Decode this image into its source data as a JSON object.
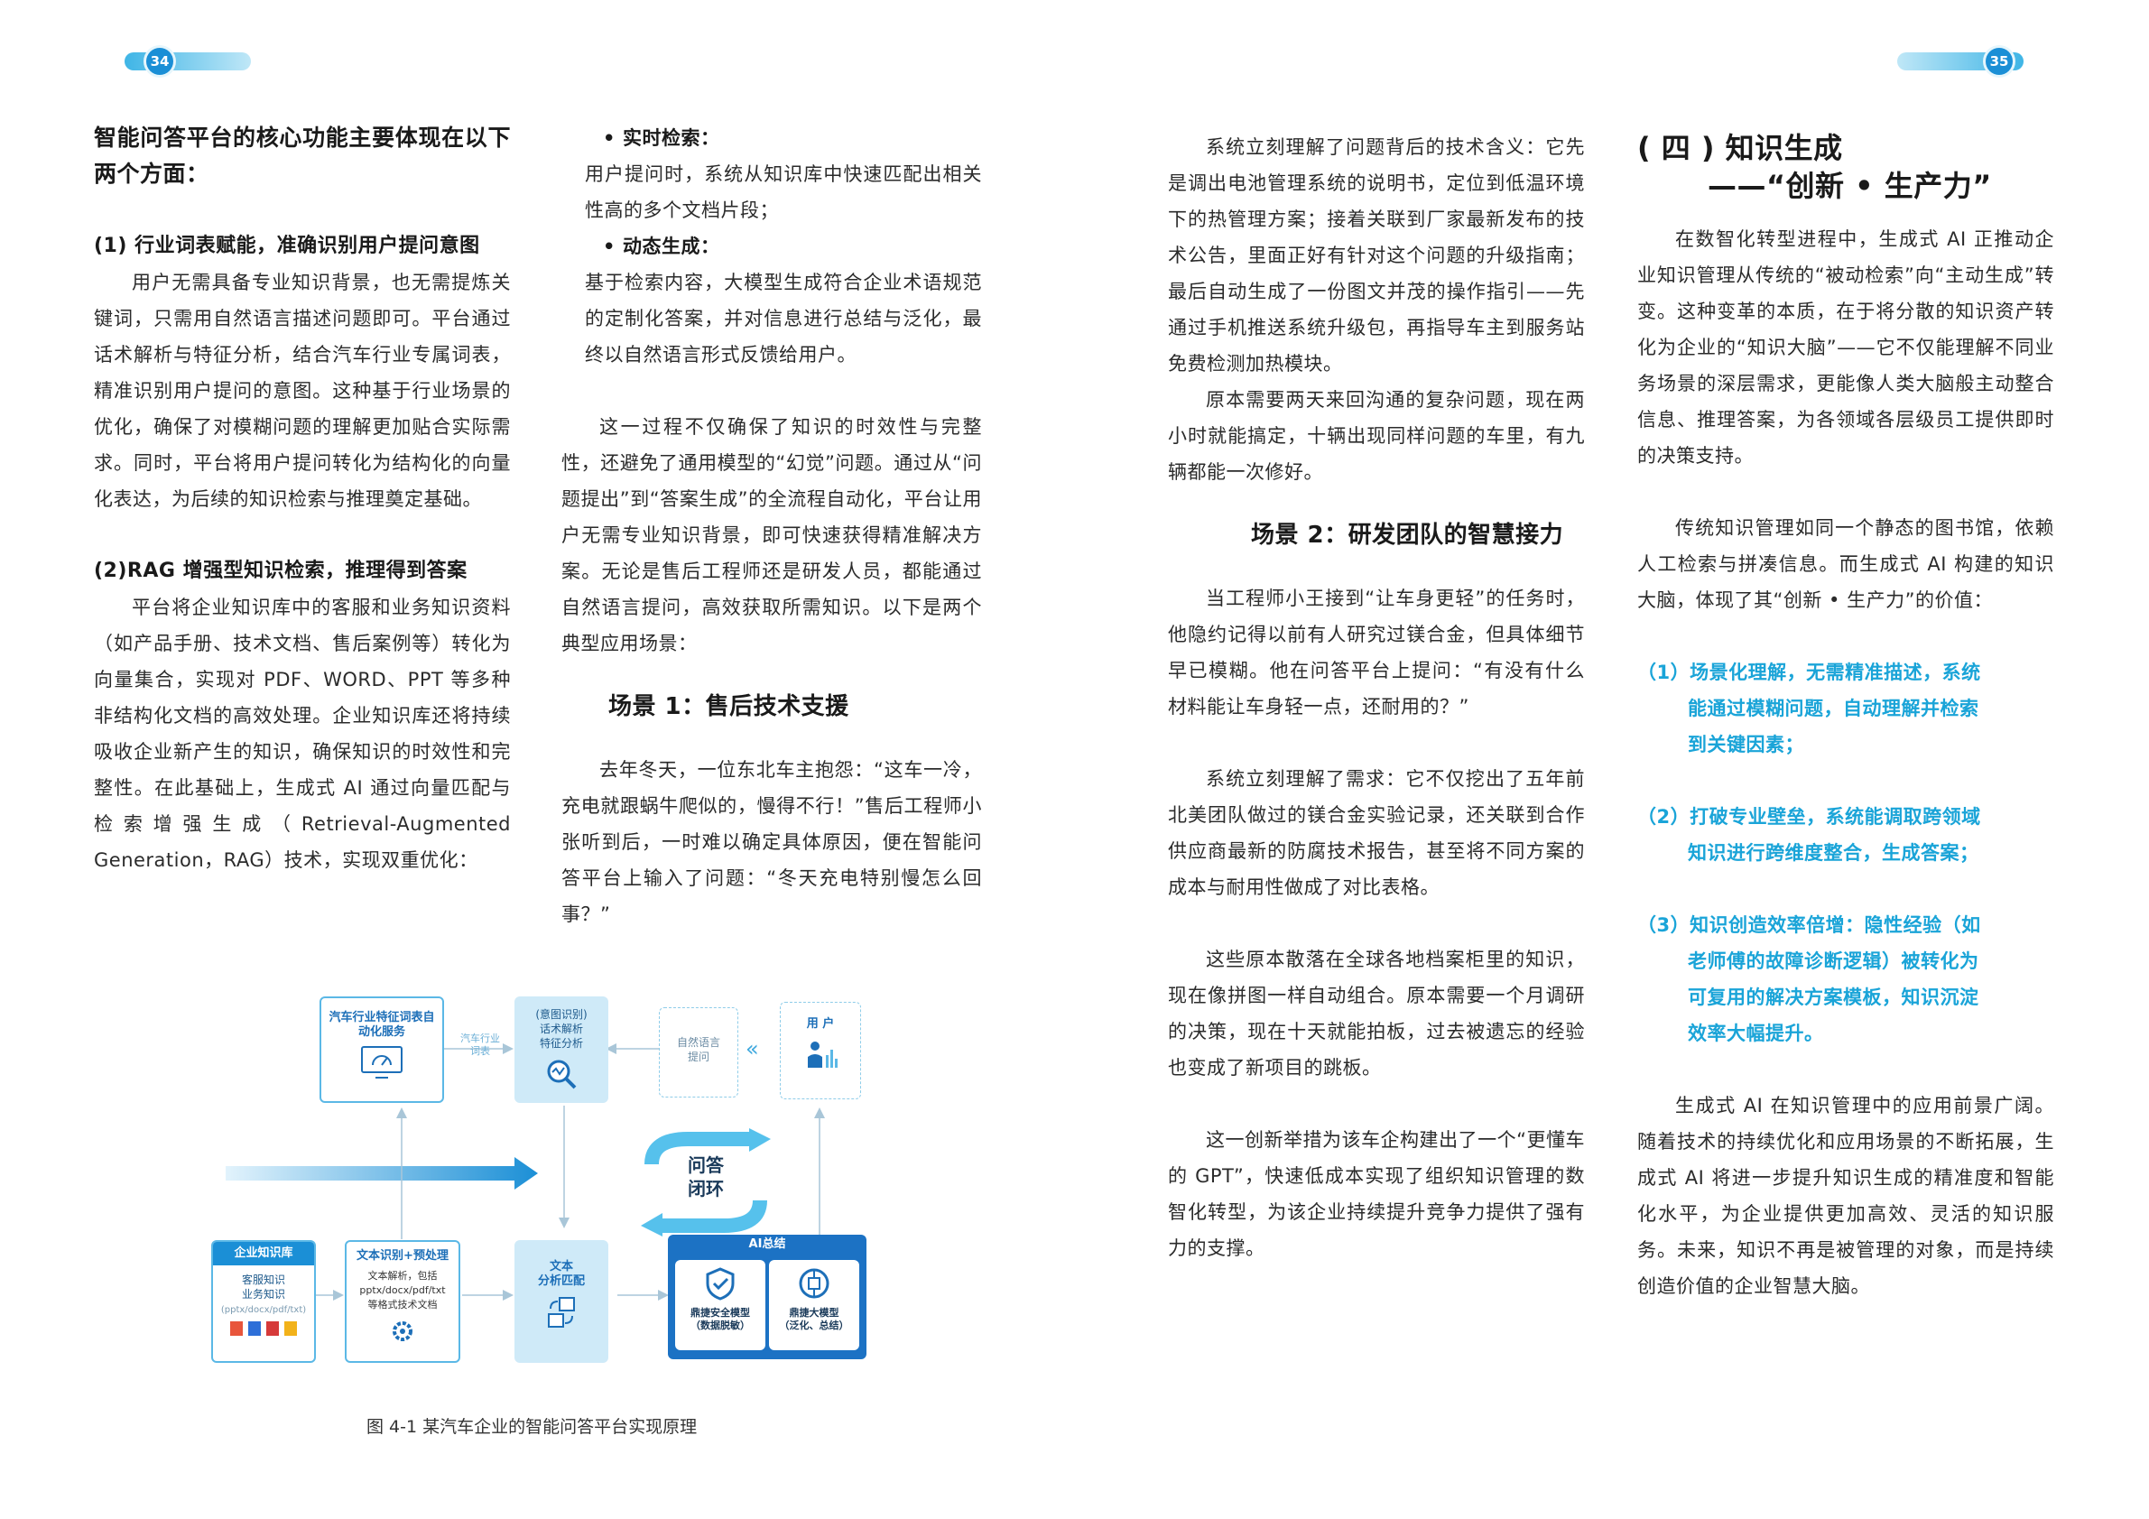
{
  "left": {
    "page_number": "34",
    "col1": {
      "heading": "智能问答平台的核心功能主要体现在以下两个方面：",
      "sec1_title": "(1) 行业词表赋能，准确识别用户提问意图",
      "sec1_para": "用户无需具备专业知识背景，也无需提炼关键词，只需用自然语言描述问题即可。平台通过话术解析与特征分析，结合汽车行业专属词表，精准识别用户提问的意图。这种基于行业场景的优化，确保了对模糊问题的理解更加贴合实际需求。同时，平台将用户提问转化为结构化的向量化表达，为后续的知识检索与推理奠定基础。",
      "sec2_title": "(2)RAG 增强型知识检索，推理得到答案",
      "sec2_para": "平台将企业知识库中的客服和业务知识资料（如产品手册、技术文档、售后案例等）转化为向量集合，实现对 PDF、WORD、PPT 等多种非结构化文档的高效处理。企业知识库还将持续吸收企业新产生的知识，确保知识的时效性和完整性。在此基础上，生成式 AI 通过向量匹配与检索增强生成（Retrieval-Augmented Generation，RAG）技术，实现双重优化："
    },
    "col2": {
      "bullet1_title": "实时检索：",
      "bullet1_text": "用户提问时，系统从知识库中快速匹配出相关性高的多个文档片段；",
      "bullet2_title": "动态生成：",
      "bullet2_text": "基于检索内容，大模型生成符合企业术语规范的定制化答案，并对信息进行总结与泛化，最终以自然语言形式反馈给用户。",
      "para1": "这一过程不仅确保了知识的时效性与完整性，还避免了通用模型的“幻觉”问题。通过从“问题提出”到“答案生成”的全流程自动化，平台让用户无需专业知识背景，即可快速获得精准解决方案。无论是售后工程师还是研发人员，都能通过自然语言提问，高效获取所需知识。以下是两个典型应用场景：",
      "scene1_title": "场景 1：售后技术支援",
      "scene1_para": "去年冬天，一位东北车主抱怨：“这车一冷，充电就跟蜗牛爬似的，慢得不行！”售后工程师小张听到后，一时难以确定具体原因，便在智能问答平台上输入了问题：“冬天充电特别慢怎么回事？”"
    },
    "diagram": {
      "box_vocab_title": "汽车行业特征词表自动化服务",
      "box_intent": [
        "(意图识别)",
        "话术解析",
        "特征分析"
      ],
      "box_natural": [
        "自然语言",
        "提问"
      ],
      "box_user": "用 户",
      "label_vocab": [
        "汽车行业",
        "词表"
      ],
      "loop": [
        "问答",
        "闭环"
      ],
      "kb_title": "企业知识库",
      "kb_lines": [
        "客服知识",
        "业务知识",
        "(pptx/docx/pdf/txt)"
      ],
      "ocr_title": "文本识别+预处理",
      "ocr_lines": [
        "文本解析，包括",
        "pptx/docx/pdf/txt",
        "等格式技术文档"
      ],
      "match_title": [
        "文本",
        "分析匹配"
      ],
      "ai_title": "AI总结",
      "ai_sub1": [
        "鼎捷安全模型",
        "（数据脱敏）"
      ],
      "ai_sub2": [
        "鼎捷大模型",
        "（泛化、总结）"
      ]
    },
    "caption": "图 4-1 某汽车企业的智能问答平台实现原理"
  },
  "right": {
    "page_number": "35",
    "col3": {
      "para1": "系统立刻理解了问题背后的技术含义：它先是调出电池管理系统的说明书，定位到低温环境下的热管理方案；接着关联到厂家最新发布的技术公告，里面正好有针对这个问题的升级指南；最后自动生成了一份图文并茂的操作指引——先通过手机推送系统升级包，再指导车主到服务站免费检测加热模块。",
      "para2": "原本需要两天来回沟通的复杂问题，现在两小时就能搞定，十辆出现同样问题的车里，有九辆都能一次修好。",
      "scene2_title": "场景 2：研发团队的智慧接力",
      "para3": "当工程师小王接到“让车身更轻”的任务时，他隐约记得以前有人研究过镁合金，但具体细节早已模糊。他在问答平台上提问：“有没有什么材料能让车身轻一点，还耐用的？”",
      "para4": "系统立刻理解了需求：它不仅挖出了五年前北美团队做过的镁合金实验记录，还关联到合作供应商最新的防腐技术报告，甚至将不同方案的成本与耐用性做成了对比表格。",
      "para5": "这些原本散落在全球各地档案柜里的知识，现在像拼图一样自动组合。原本需要一个月调研的决策，现在十天就能拍板，过去被遗忘的经验也变成了新项目的跳板。",
      "para6": "这一创新举措为该车企构建出了一个“更懂车的 GPT”，快速低成本实现了组织知识管理的数智化转型，为该企业持续提升竞争力提供了强有力的支撑。"
    },
    "col4": {
      "sec_title": "( 四 ) 知识生成",
      "sec_subtitle": "——“创新 • 生产力”",
      "para1": "在数智化转型进程中，生成式 AI 正推动企业知识管理从传统的“被动检索”向“主动生成”转变。这种变革的本质，在于将分散的知识资产转化为企业的“知识大脑”——它不仅能理解不同业务场景的深层需求，更能像人类大脑般主动整合信息、推理答案，为各领域各层级员工提供即时的决策支持。",
      "para2": "传统知识管理如同一个静态的图书馆，依赖人工检索与拼凑信息。而生成式 AI 构建的知识大脑，体现了其“创新 • 生产力”的价值：",
      "hl1_a": "（1）场景化理解，无需精准描述，系统",
      "hl1_b": "能通过模糊问题，自动理解并检索",
      "hl1_c": "到关键因素；",
      "hl2_a": "（2）打破专业壁垒，系统能调取跨领域",
      "hl2_b": "知识进行跨维度整合，生成答案；",
      "hl3_a": "（3）知识创造效率倍增：隐性经验（如",
      "hl3_b": "老师傅的故障诊断逻辑）被转化为",
      "hl3_c": "可复用的解决方案模板，知识沉淀",
      "hl3_d": "效率大幅提升。",
      "para3": "生成式 AI 在知识管理中的应用前景广阔。随着技术的持续优化和应用场景的不断拓展，生成式 AI 将进一步提升知识生成的精准度和智能化水平，为企业提供更加高效、灵活的知识服务。未来，知识不再是被管理的对象，而是持续创造价值的企业智慧大脑。"
    },
    "accent_color": "#1aa4d8"
  }
}
